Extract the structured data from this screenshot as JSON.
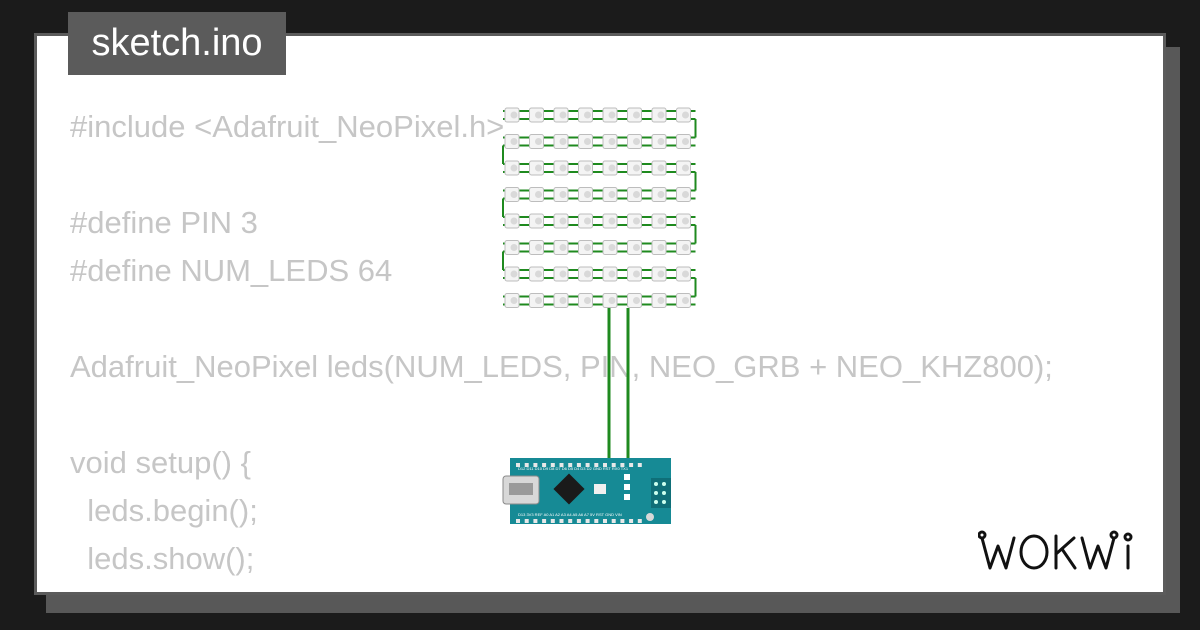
{
  "file_tab": {
    "label": "sketch.ino"
  },
  "code": {
    "lines": [
      "#include <Adafruit_NeoPixel.h>",
      "",
      "#define PIN 3",
      "#define NUM_LEDS 64",
      "",
      "Adafruit_NeoPixel leds(NUM_LEDS, PIN, NEO_GRB + NEO_KHZ800);",
      "",
      "void setup() {",
      "  leds.begin();",
      "  leds.show();",
      "}"
    ]
  },
  "brand": {
    "name": "WOKWI"
  },
  "matrix": {
    "rows": 8,
    "cols": 8,
    "wire_color": "#1f8a1f"
  },
  "board": {
    "name": "Arduino Nano",
    "color": "#168a95",
    "top_pins": "D12 D11 D10 D9 D8 D7 D6 D5 D4 D3 D2 GND RST RX0 TX1",
    "bottom_pins": "D13 3V3 REF A0 A1 A2 A3 A4 A5 A6 A7 5V RST GND VIN"
  },
  "colors": {
    "background": "#1b1b1b",
    "frame": "#5b5b5b",
    "code_text": "#c6c6c6"
  }
}
